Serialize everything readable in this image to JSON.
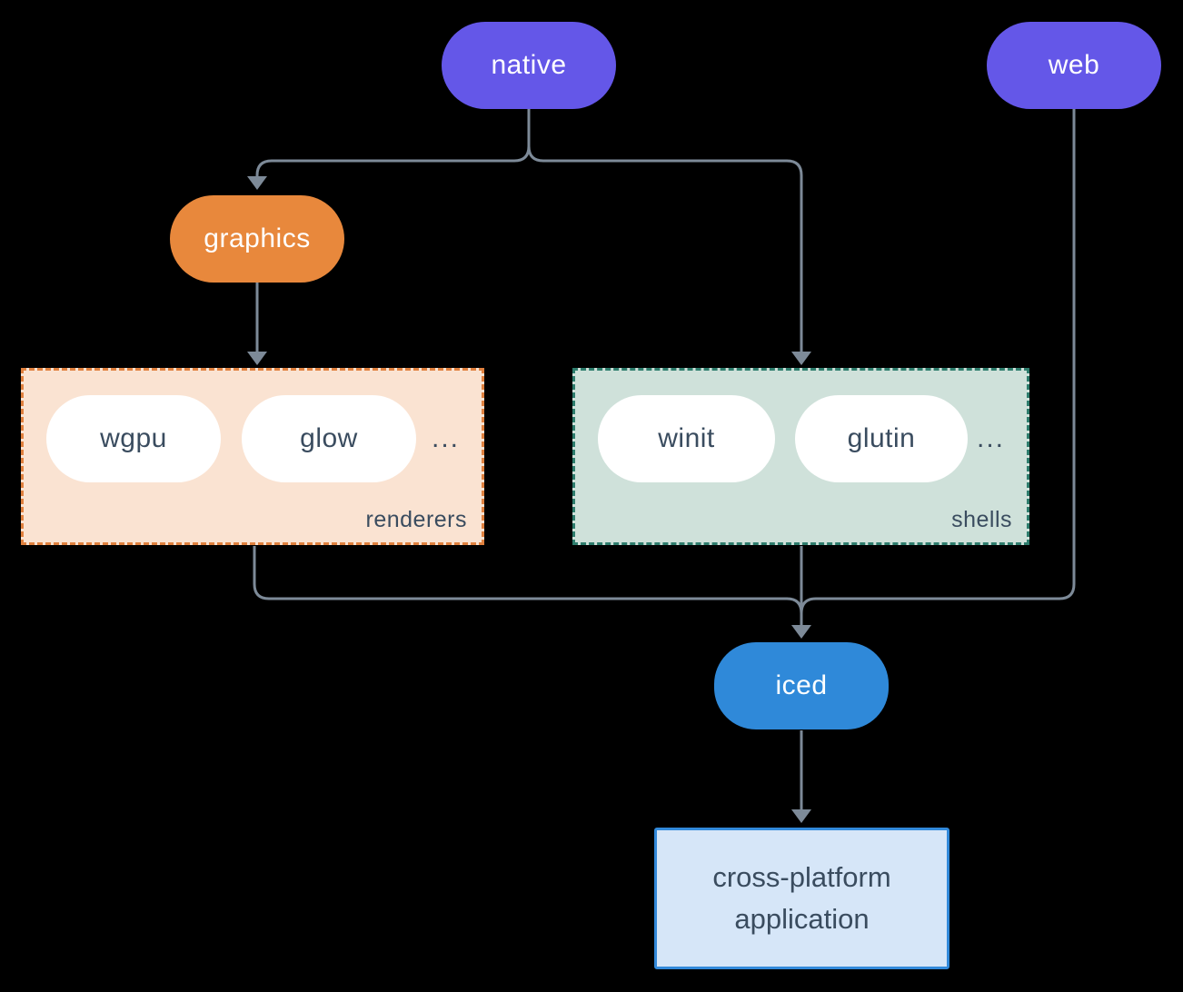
{
  "nodes": {
    "native": "native",
    "web": "web",
    "graphics": "graphics",
    "iced": "iced",
    "application": "cross-platform application"
  },
  "groups": {
    "renderers": {
      "label": "renderers",
      "items": [
        "wgpu",
        "glow"
      ],
      "ellipsis": "..."
    },
    "shells": {
      "label": "shells",
      "items": [
        "winit",
        "glutin"
      ],
      "ellipsis": "..."
    }
  },
  "colors": {
    "background": "#000000",
    "purple": "#6457e8",
    "orange": "#e8883c",
    "blue": "#2f89d9",
    "connector": "#7d8a98",
    "text_light": "#ffffff",
    "text_dark": "#3a4c5f",
    "renderers_bg": "#fae3d2",
    "renderers_border": "#e0813f",
    "shells_bg": "#cfe1da",
    "shells_border": "#2e7d6d",
    "app_bg": "#d6e6f8",
    "app_border": "#3289da",
    "pill_white": "#ffffff"
  }
}
